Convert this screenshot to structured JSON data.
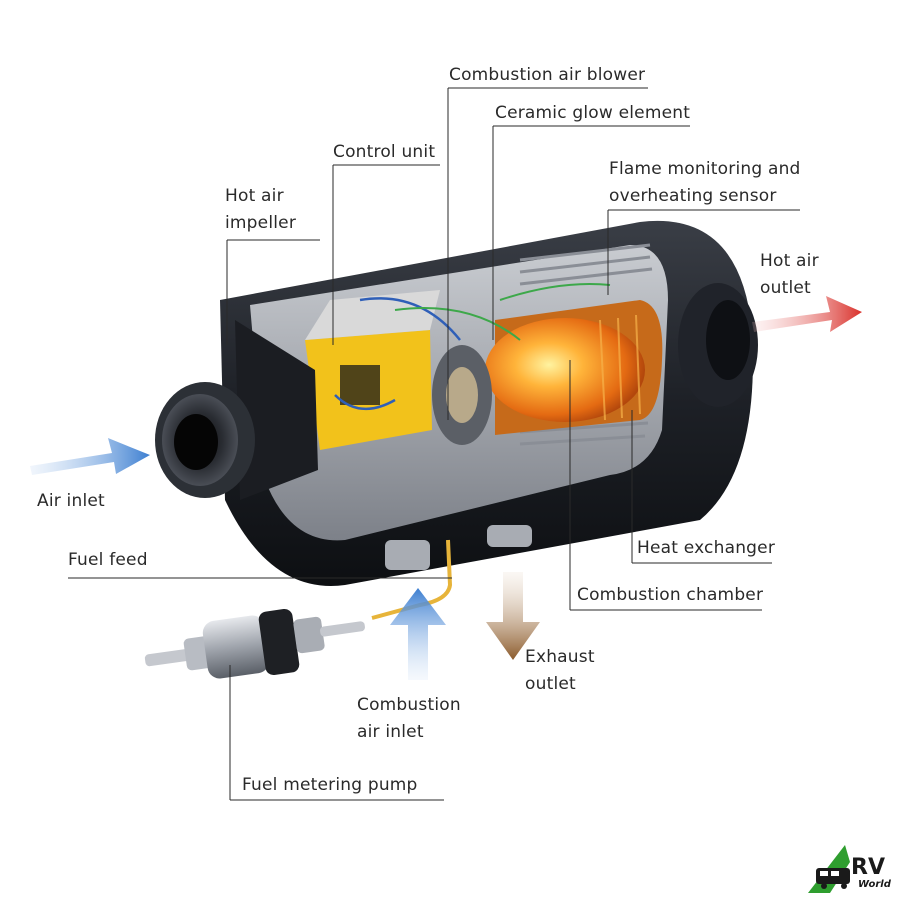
{
  "labels": {
    "combustion_air_blower": "Combustion air blower",
    "ceramic_glow_element": "Ceramic glow element",
    "control_unit": "Control unit",
    "flame_sensor_line1": "Flame monitoring and",
    "flame_sensor_line2": "overheating sensor",
    "hot_air_impeller_line1": "Hot air",
    "hot_air_impeller_line2": "impeller",
    "hot_air_outlet_line1": "Hot air",
    "hot_air_outlet_line2": "outlet",
    "air_inlet": "Air inlet",
    "fuel_feed": "Fuel feed",
    "heat_exchanger": "Heat exchanger",
    "combustion_chamber": "Combustion chamber",
    "exhaust_outlet_line1": "Exhaust",
    "exhaust_outlet_line2": "outlet",
    "combustion_air_inlet_line1": "Combustion",
    "combustion_air_inlet_line2": "air inlet",
    "fuel_metering_pump": "Fuel metering pump"
  },
  "logo": {
    "main": "RV",
    "sub": "World"
  },
  "colors": {
    "hot_air_arrow": "#d9302a",
    "cold_air_arrow": "#3d7fd1",
    "exhaust_arrow": "#8b5a2b",
    "fuel_line": "#e7b43a",
    "flame": "#f08a1c",
    "control_unit": "#f2c21b",
    "logo_green": "#2f9e2f"
  },
  "icons": [
    "heater-body",
    "fuel-metering-pump-illustration",
    "rv-logo-icon"
  ]
}
